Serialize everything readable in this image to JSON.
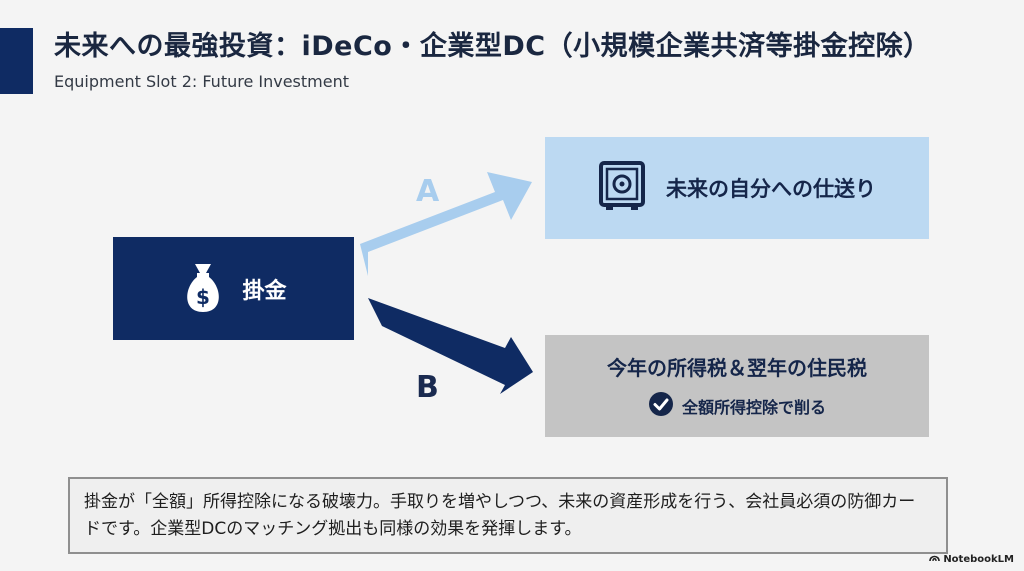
{
  "header": {
    "title": "未来への最強投資：iDeCo・企業型DC（小規模企業共済等掛金控除）",
    "subtitle": "Equipment Slot 2: Future Investment"
  },
  "source": {
    "label": "掛金",
    "icon": "money-bag-icon"
  },
  "path_a": {
    "letter": "A",
    "label": "未来の自分への仕送り",
    "icon": "safe-icon",
    "color": "#a8cdee"
  },
  "path_b": {
    "letter": "B",
    "label": "今年の所得税＆翌年の住民税",
    "sub_label": "全額所得控除で削る",
    "icon": "check-circle-icon",
    "color": "#0f2b63"
  },
  "note": {
    "text": "掛金が「全額」所得控除になる破壊力。手取りを増やしつつ、未来の資産形成を行う、会社員必須の防御カードです。企業型DCのマッチング拠出も同様の効果を発揮します。"
  },
  "brand": {
    "label": "NotebookLM"
  },
  "colors": {
    "navy": "#0f2b63",
    "light_blue": "#bcd9f2",
    "gray": "#c4c4c4"
  }
}
